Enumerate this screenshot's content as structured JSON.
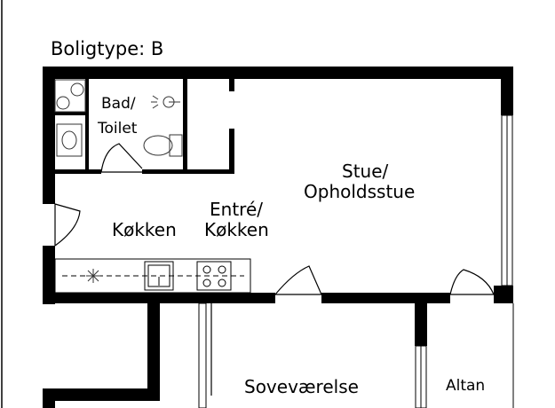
{
  "plan": {
    "title": "Boligtype: B",
    "rooms": {
      "bath_line1": "Bad/",
      "bath_line2": "Toilet",
      "living_line1": "Stue/",
      "living_line2": "Opholdsstue",
      "entre_line1": "Entré/",
      "entre_line2": "Køkken",
      "kitchen": "Køkken",
      "bedroom": "Soveværelse",
      "balcony": "Altan"
    },
    "colors": {
      "wall": "#000000",
      "fixture": "#555555",
      "background": "#ffffff"
    }
  }
}
